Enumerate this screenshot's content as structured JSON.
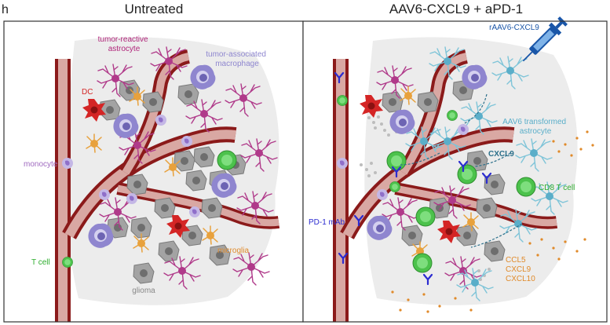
{
  "figure": {
    "panel_letter": "h",
    "left_title": "Untreated",
    "right_title": "AAV6-CXCL9 + aPD-1"
  },
  "left_labels": {
    "tumor_reactive_astrocyte": [
      "tumor-reactive",
      "astrocyte"
    ],
    "tumor_associated_macrophage": [
      "tumor-associated",
      "macrophage"
    ],
    "dc": "DC",
    "monocyte": "monocyte",
    "t_cell": "T cell",
    "microglia": "microglia",
    "glioma": "glioma"
  },
  "right_labels": {
    "raav6_cxcl9": "rAAV6-CXCL9",
    "aav6_transformed_astrocyte": [
      "AAV6 transformed",
      "astrocyte"
    ],
    "cxcl9": "CXCL9",
    "cd8_t_cell": "CD8 T cell",
    "pd1_mab": "PD-1 mAb",
    "chemokines": [
      "CCL5",
      "CXCL9",
      "CXCL10"
    ]
  },
  "colors": {
    "vessel_outer": "#8b1a1a",
    "vessel_inner": "#d9a8a3",
    "astrocyte_pink": "#b03a8a",
    "astrocyte_blue": "#7ec4d8",
    "macrophage": "#8f86cf",
    "dc_red": "#d42525",
    "microglia_orange": "#e8a13c",
    "glioma_gray": "#9c9c9c",
    "tcell_green": "#4cc24c",
    "antibody_blue": "#2b2bd0",
    "label_pink": "#b0257a",
    "label_purple": "#8e86cf",
    "label_red": "#d42525",
    "label_orange": "#e08a2a",
    "label_teal": "#5aaec9",
    "label_green": "#2fae2f",
    "label_darkblue": "#1a56a8"
  }
}
